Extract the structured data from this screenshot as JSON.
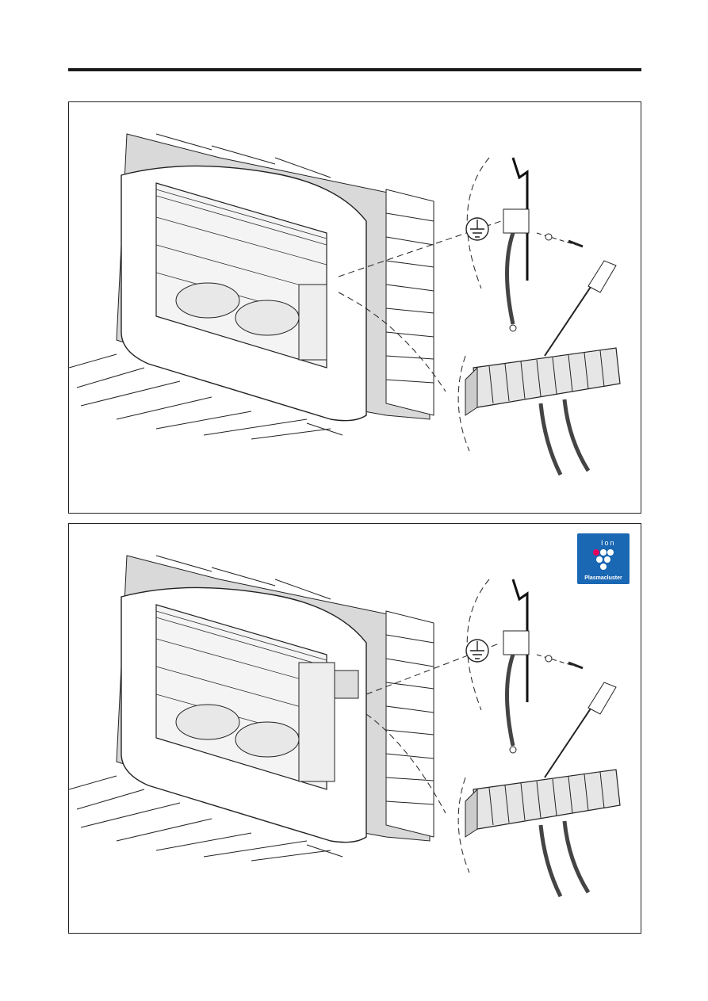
{
  "panels": [
    {
      "id": "installation-step-1",
      "has_logo": false
    },
    {
      "id": "installation-step-2",
      "has_logo": true
    }
  ],
  "logo": {
    "top_text": "Ion",
    "brand_text": "Plasmacluster",
    "background_color": "#1a67b3",
    "accent_color": "#e6005c"
  },
  "colors": {
    "rule": "#1a1a1a",
    "line": "#222222",
    "wall": "#d9d9d9",
    "unit": "#ffffff"
  },
  "icons": [
    "ground-symbol-icon",
    "screwdriver-icon",
    "terminal-block-icon",
    "screw-icon"
  ]
}
